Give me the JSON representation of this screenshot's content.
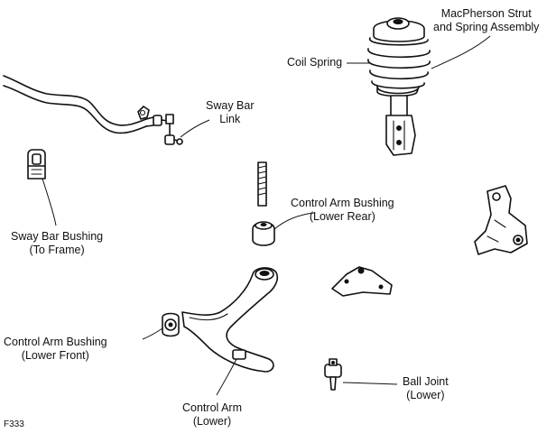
{
  "labels": {
    "strut_line1": "MacPherson Strut",
    "strut_line2": "and Spring Assembly",
    "coil_spring": "Coil Spring",
    "sway_link_line1": "Sway Bar",
    "sway_link_line2": "Link",
    "sway_bushing_line1": "Sway Bar Bushing",
    "sway_bushing_line2": "(To Frame)",
    "rear_bushing_line1": "Control Arm Bushing",
    "rear_bushing_line2": "(Lower Rear)",
    "front_bushing_line1": "Control Arm Bushing",
    "front_bushing_line2": "(Lower Front)",
    "control_arm_line1": "Control Arm",
    "control_arm_line2": "(Lower)",
    "ball_joint_line1": "Ball Joint",
    "ball_joint_line2": "(Lower)"
  },
  "figure_id": "F333"
}
